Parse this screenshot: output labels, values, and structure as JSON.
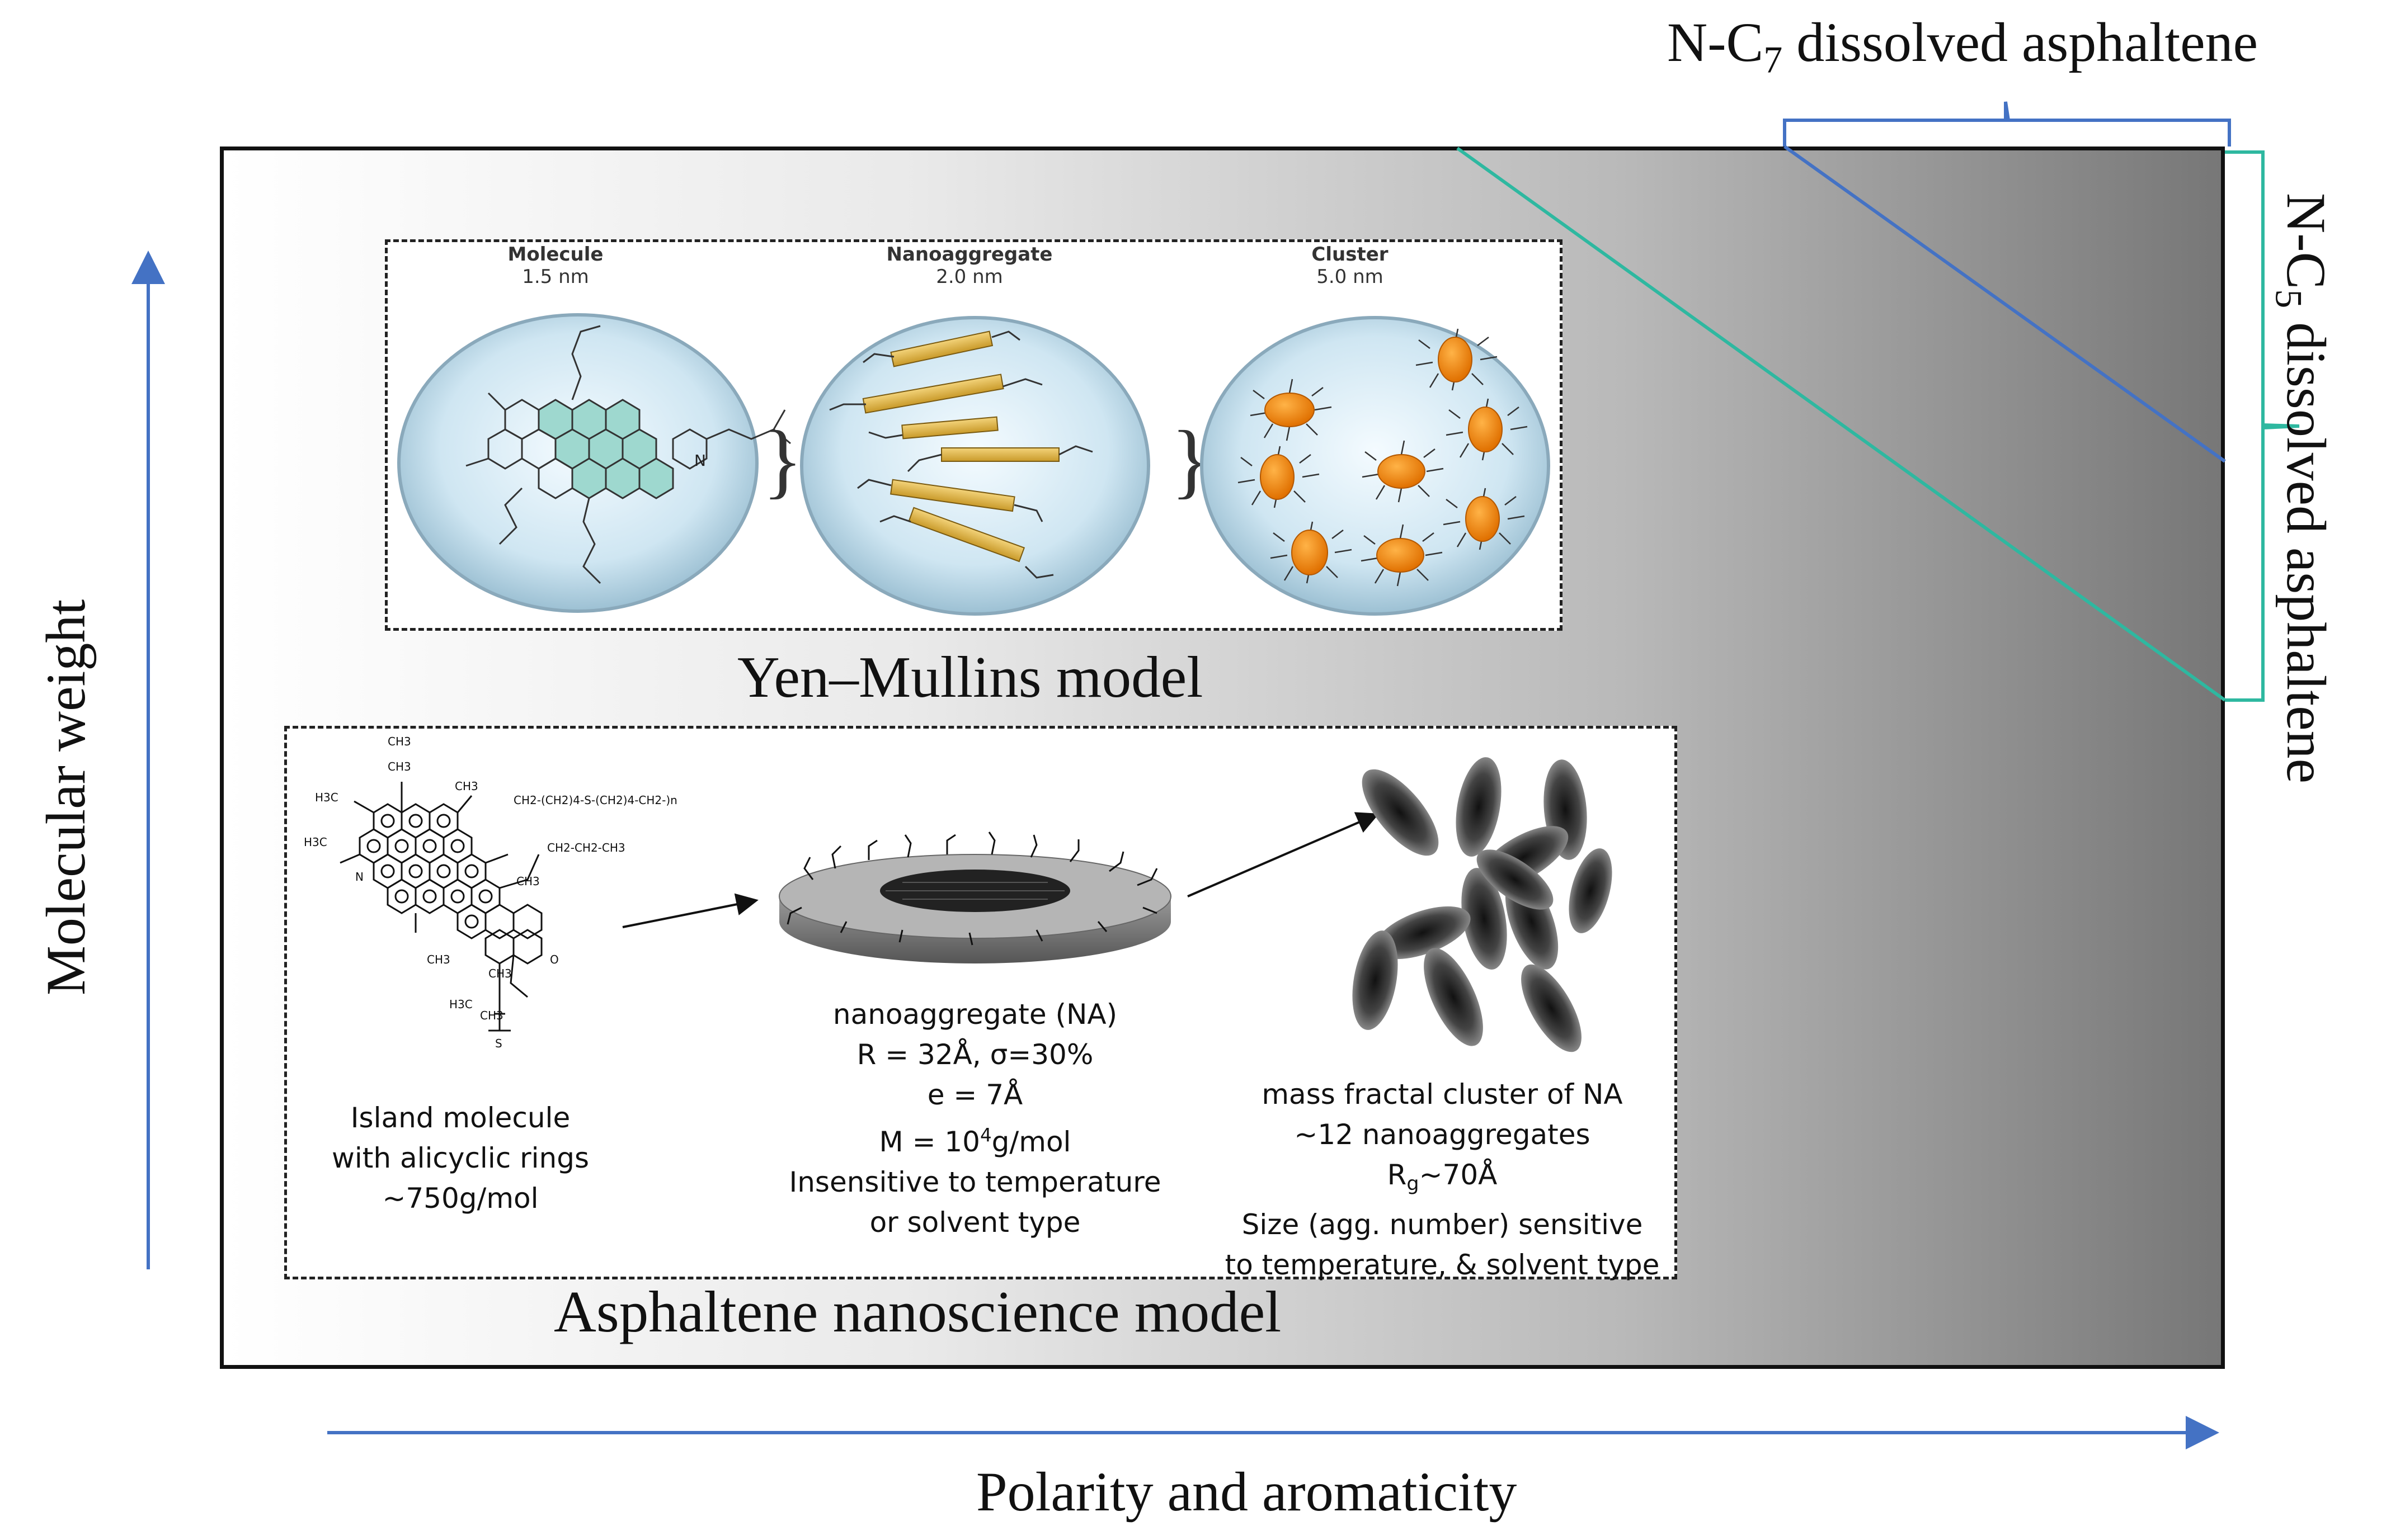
{
  "axes": {
    "y_label": "Molecular weight",
    "x_label": "Polarity and aromaticity"
  },
  "brackets": {
    "nc7": {
      "prefix": "N-C",
      "sub": "7",
      "suffix": " dissolved asphaltene"
    },
    "nc5": {
      "prefix": "N-C",
      "sub": "5",
      "suffix": " dissolved asphaltene"
    }
  },
  "colors": {
    "nc7_line": "#4472c4",
    "nc5_line": "#2eb8a0",
    "axis": "#4472c4"
  },
  "yen_mullins": {
    "caption": "Yen–Mullins model",
    "panels": [
      {
        "title": "Molecule",
        "size": "1.5 nm",
        "label_n": "N"
      },
      {
        "title": "Nanoaggregate",
        "size": "2.0 nm"
      },
      {
        "title": "Cluster",
        "size": "5.0 nm"
      }
    ]
  },
  "nanoscience": {
    "caption": "Asphaltene nanoscience model",
    "island": {
      "lines": [
        "Island molecule",
        "with alicyclic rings",
        "~750g/mol"
      ],
      "groups": {
        "ch3_top1": "CH3",
        "ch3_top2": "CH3",
        "ch3_top3": "CH3",
        "h3c_left1": "H3C",
        "h3c_left2": "H3C",
        "chain": "CH2-(CH2)4-S-(CH2)4-CH2-)n",
        "ch2ch2ch3": "CH2-CH2-CH3",
        "ch3_mid": "CH3",
        "ch3_ring": "CH3",
        "h3c_bottom": "H3C",
        "ch3_bottom": "CH3",
        "ch3_low": "CH3",
        "n": "N",
        "o": "O",
        "s": "S"
      }
    },
    "nanoaggregate": {
      "line1": "nanoaggregate (NA)",
      "line2": "R = 32Å, σ=30%",
      "line3": "e = 7Å",
      "line4_pre": "M = 10",
      "line4_sup": "4",
      "line4_post": "g/mol",
      "line5": "Insensitive to temperature",
      "line6": "or solvent type"
    },
    "cluster": {
      "line1": "mass fractal cluster of NA",
      "line2": "~12 nanoaggregates",
      "line3_pre": "R",
      "line3_sub": "g",
      "line3_post": "~70Å",
      "line4": "Size (agg. number) sensitive",
      "line5": "to temperature, & solvent type"
    }
  }
}
